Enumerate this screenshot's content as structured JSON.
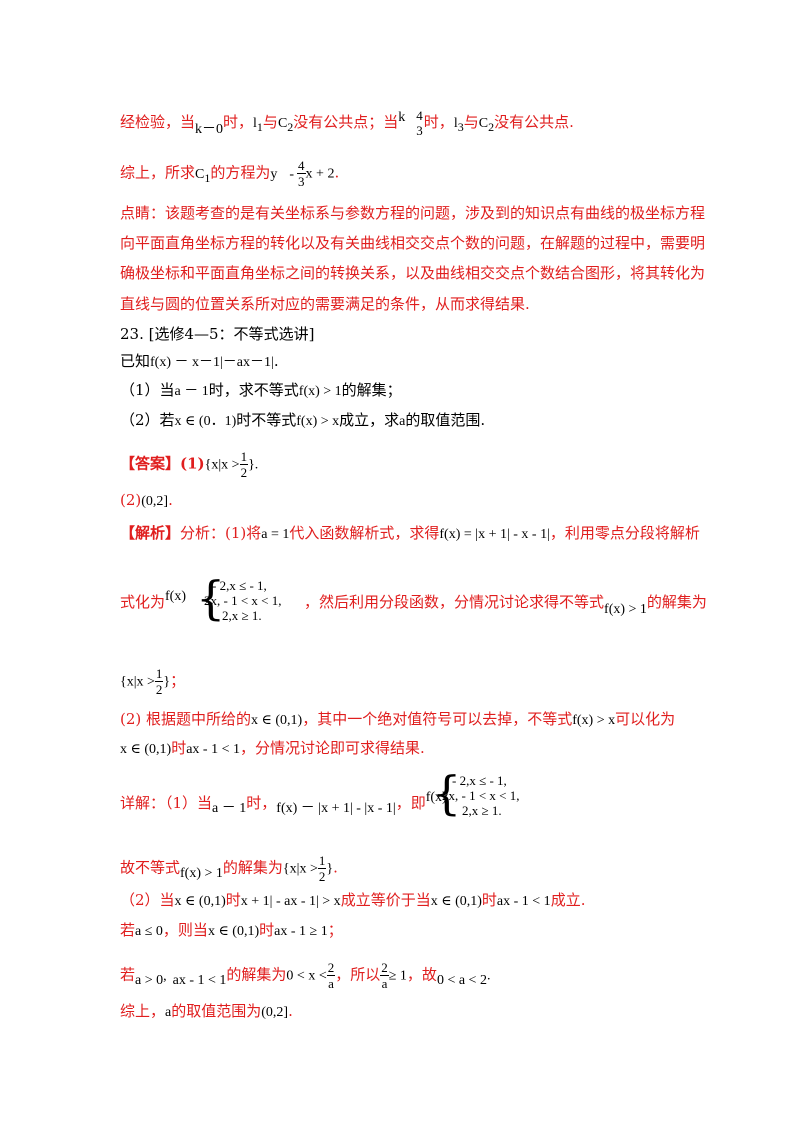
{
  "line1": {
    "a": "经检验，当",
    "m1": "k－0",
    "b": "时，",
    "m2": "l",
    "m2sub": "1",
    "c": "与",
    "m3": "C",
    "m3sub": "2",
    "d": "没有公共点；当",
    "m4": "k",
    "f_num": "4",
    "f_den": "3",
    "e": "时，",
    "m5": "l",
    "m5sub": "3",
    "g": "与",
    "m6": "C",
    "m6sub": "2",
    "h": "没有公共点."
  },
  "line2": {
    "a": "综上，所求",
    "m1": "C",
    "m1sub": "1",
    "b": "的方程为",
    "m2": "y",
    "m3": "-",
    "f_num": "4",
    "f_den": "3",
    "m4": "x + 2",
    "c": "."
  },
  "note": {
    "l1": "点睛：该题考查的是有关坐标系与参数方程的问题，涉及到的知识点有曲线的极坐标方程",
    "l2": "向平面直角坐标方程的转化以及有关曲线相交交点个数的问题，在解题的过程中，需要明",
    "l3": "确极坐标和平面直角坐标之间的转换关系，以及曲线相交交点个数结合图形，将其转化为",
    "l4": "直线与圆的位置关系所对应的需要满足的条件，从而求得结果."
  },
  "q23": {
    "title": "23. [选修4—5：不等式选讲]",
    "given_a": "已知",
    "given_m": "f(x) － x－1|－ax－1|",
    "given_b": ".",
    "p1_a": "（1）当",
    "p1_m1": "a － 1",
    "p1_b": "时，求不等式",
    "p1_m2": "f(x) > 1",
    "p1_c": "的解集；",
    "p2_a": "（2）若",
    "p2_m1": "x ∈ (0．1)",
    "p2_b": "时不等式",
    "p2_m2": "f(x) > x",
    "p2_c": "成立，求",
    "p2_m3": "a",
    "p2_d": "的取值范围."
  },
  "answer": {
    "label": "【答案】",
    "a1": "(1)",
    "a1_m": "{x|x >",
    "a1_num": "1",
    "a1_den": "2",
    "a1_end": "}.",
    "a2": "(2)",
    "a2_m": "(0,2]",
    "a2_end": "."
  },
  "analysis": {
    "label": "【解析】",
    "a": "分析：(1)将",
    "m1": "a = 1",
    "b": "代入函数解析式，求得",
    "m2": "f(x) = |x + 1| - x - 1|",
    "c": "，利用零点分段将解析",
    "d": "式化为",
    "m3": "f(x)",
    "case1": "- 2,x ≤  - 1,",
    "case2": "2x, - 1 < x < 1,",
    "case3": "2,x ≥ 1.",
    "e": "，然后利用分段函数，分情况讨论求得不等式",
    "m4": "f(x) > 1",
    "f": "的解集为",
    "m5": "{x|x >",
    "m5_num": "1",
    "m5_den": "2",
    "m5_end": "}",
    "g": "；",
    "p2_a": "(2) 根据题中所给的",
    "p2_m1": "x ∈ (0,1)",
    "p2_b": "，其中一个绝对值符号可以去掉，不等式",
    "p2_m2": "f(x) > x",
    "p2_c": "可以化为",
    "p2_m3": "x ∈ (0,1)",
    "p2_d": "时",
    "p2_m4": "ax - 1 < 1",
    "p2_e": "，分情况讨论即可求得结果."
  },
  "detail": {
    "a": "详解：（1）当",
    "m1": "a － 1",
    "b": "时，",
    "m2": "f(x) － |x + 1| - |x - 1|",
    "c": "，即",
    "m3": "f(x)",
    "case1": "- 2,x ≤  - 1,",
    "case2": "2x, - 1 < x < 1,",
    "case3": "2,x ≥ 1.",
    "d": "故不等式",
    "m4": "f(x) > 1",
    "e": "的解集为",
    "m5": "{x|x >",
    "m5_num": "1",
    "m5_den": "2",
    "m5_end": "}",
    "f": ".",
    "p2_a": "（2）当",
    "p2_m1": "x ∈ (0,1)",
    "p2_b": "时",
    "p2_m2": "x + 1| - ax - 1| > x",
    "p2_c": "成立等价于当",
    "p2_m3": "x ∈ (0,1)",
    "p2_d": "时",
    "p2_m4": "ax - 1 < 1",
    "p2_e": "成立.",
    "r1_a": "若",
    "r1_m1": "a ≤ 0",
    "r1_b": "，则当",
    "r1_m2": "x ∈ (0,1)",
    "r1_c": "时",
    "r1_m3": "ax - 1 ≥ 1",
    "r1_d": "；",
    "r2_a": "若",
    "r2_m1": "a > 0",
    "r2_m1b": ",",
    "r2_m2": "ax - 1 < 1",
    "r2_b": "的解集为",
    "r2_m3": "0 < x <",
    "r2_num": "2",
    "r2_den": "a",
    "r2_c": "，所以",
    "r2_num2": "2",
    "r2_den2": "a",
    "r2_m4": "≥ 1",
    "r2_d": "，故",
    "r2_m5": "0 < a < 2",
    "r2_e": ".",
    "r3_a": "综上，",
    "r3_m1": "a",
    "r3_b": "的取值范围为",
    "r3_m2": "(0,2]",
    "r3_c": "."
  }
}
